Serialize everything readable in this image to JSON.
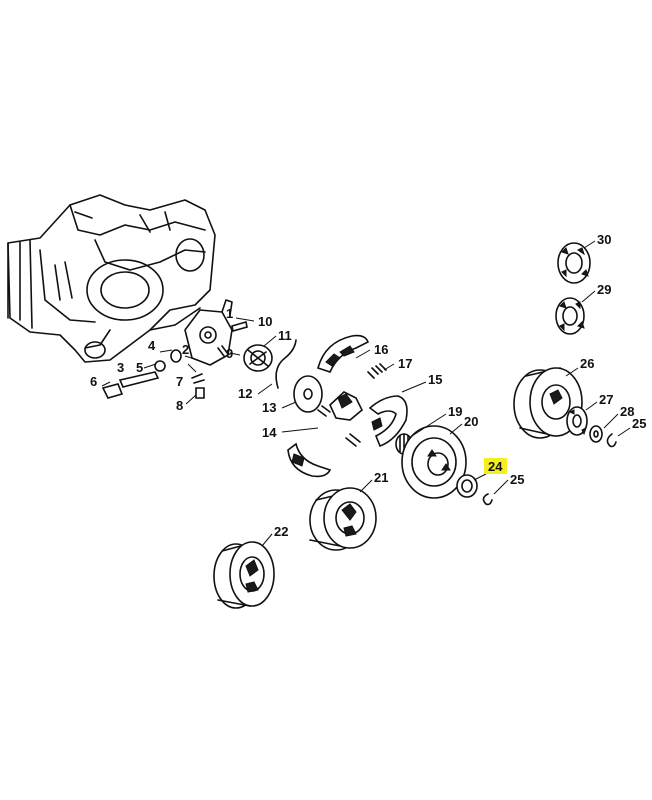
{
  "labels": {
    "n1": "1",
    "n2": "2",
    "n3": "3",
    "n4": "4",
    "n5": "5",
    "n6": "6",
    "n7": "7",
    "n8": "8",
    "n9": "9",
    "n10": "10",
    "n11": "11",
    "n12": "12",
    "n13": "13",
    "n14": "14",
    "n15": "15",
    "n16": "16",
    "n17": "17",
    "n19": "19",
    "n20": "20",
    "n21": "21",
    "n22": "22",
    "n24": "24",
    "n25a": "25",
    "n25b": "25",
    "n26": "26",
    "n27": "27",
    "n28": "28",
    "n29": "29",
    "n30": "30"
  },
  "highlighted_label": "24",
  "colors": {
    "highlight": "#f5ef1e",
    "ink": "#111111",
    "background": "#ffffff"
  }
}
